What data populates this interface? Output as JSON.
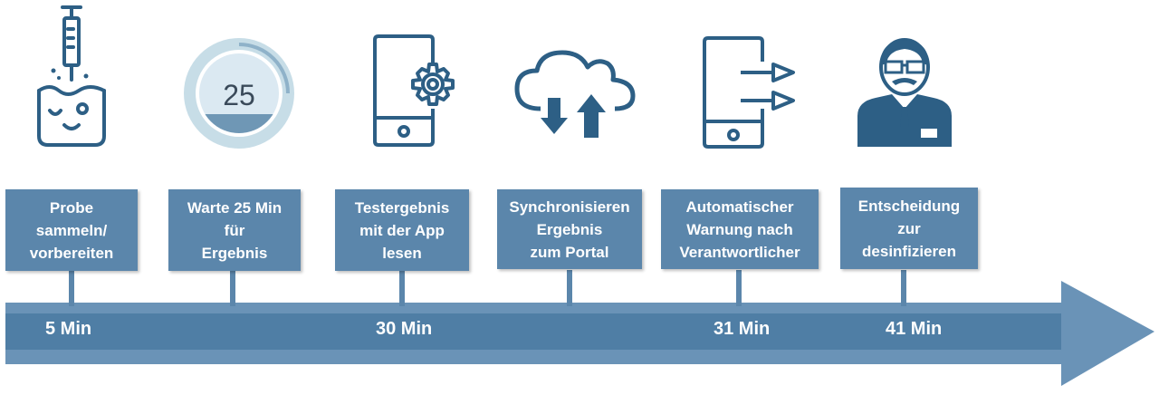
{
  "steps": [
    {
      "icon": "syringe-beaker-icon",
      "lines": [
        "Probe",
        "sammeln/",
        "vorbereiten"
      ]
    },
    {
      "icon": "timer-dial-icon",
      "dial": "25",
      "lines": [
        "Warte 25 Min",
        "für",
        "Ergebnis"
      ]
    },
    {
      "icon": "phone-gear-icon",
      "lines": [
        "Testergebnis",
        "mit der App",
        "lesen"
      ]
    },
    {
      "icon": "cloud-sync-icon",
      "lines": [
        "Synchronisieren",
        "Ergebnis",
        "zum Portal"
      ]
    },
    {
      "icon": "phone-send-icon",
      "lines": [
        "Automatischer",
        "Warnung nach",
        "Verantwortlicher"
      ]
    },
    {
      "icon": "person-icon",
      "lines": [
        "Entscheidung",
        "zur",
        "desinfizieren"
      ]
    }
  ],
  "times": [
    "5 Min",
    "30 Min",
    "31 Min",
    "41 Min"
  ],
  "colors": {
    "primary": "#5b86ab",
    "icon": "#2d5f85",
    "arrow": "#5b86ab",
    "arrow_band": "#4f7ea5"
  }
}
